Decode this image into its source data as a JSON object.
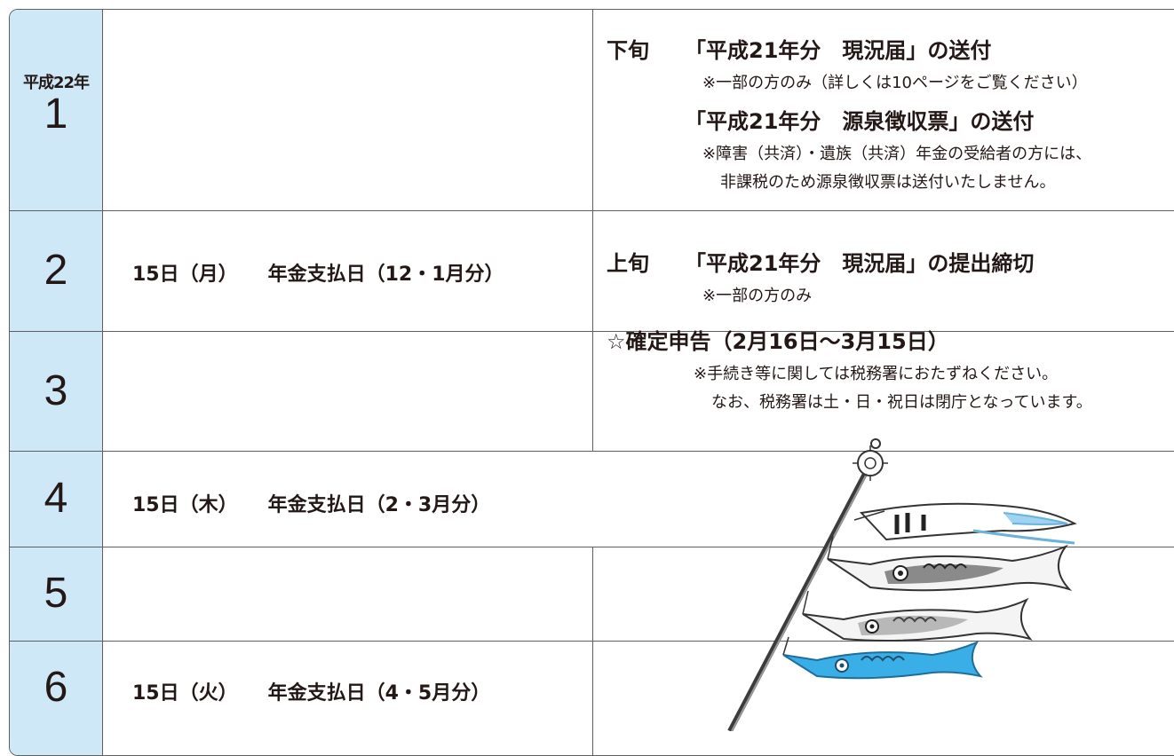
{
  "year_label": "平成22年",
  "months": [
    "1",
    "2",
    "3",
    "4",
    "5",
    "6"
  ],
  "payments": {
    "feb": {
      "date": "15日（月）",
      "label": "年金支払日（12・1月分）"
    },
    "apr": {
      "date": "15日（木）",
      "label": "年金支払日（2・3月分）"
    },
    "jun": {
      "date": "15日（火）",
      "label": "年金支払日（4・5月分）"
    }
  },
  "jan": {
    "period": "下旬",
    "item1_title": "「平成21年分　現況届」の送付",
    "item1_note": "※一部の方のみ（詳しくは10ページをご覧ください）",
    "item2_title": "「平成21年分　源泉徴収票」の送付",
    "item2_note1": "※障害（共済）・遺族（共済）年金の受給者の方には、",
    "item2_note2": "非課税のため源泉徴収票は送付いたしません。"
  },
  "feb_mar": {
    "period": "上旬",
    "item1_title": "「平成21年分　現況届」の提出締切",
    "item1_note": "※一部の方のみ",
    "item2_title": "☆確定申告（2月16日～3月15日）",
    "item2_note1": "※手続き等に関しては税務署におたずねください。",
    "item2_note2": "なお、税務署は土・日・祝日は閉庁となっています。"
  },
  "colors": {
    "month_bg": "#cfe8f8",
    "border": "#5f5f5f",
    "text": "#231815",
    "koi_blue": "#3aaee6"
  }
}
